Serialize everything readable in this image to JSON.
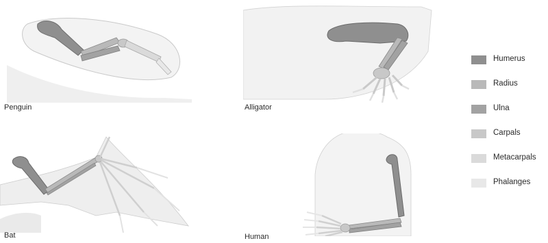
{
  "diagram": {
    "panels": [
      {
        "id": "penguin",
        "label": "Penguin"
      },
      {
        "id": "alligator",
        "label": "Alligator"
      },
      {
        "id": "bat",
        "label": "Bat"
      },
      {
        "id": "human",
        "label": "Human"
      }
    ],
    "legend": [
      {
        "label": "Humerus",
        "color": "#8f8f8f"
      },
      {
        "label": "Radius",
        "color": "#b9b9b9"
      },
      {
        "label": "Ulna",
        "color": "#a2a2a2"
      },
      {
        "label": "Carpals",
        "color": "#c8c8c8"
      },
      {
        "label": "Metacarpals",
        "color": "#dadada"
      },
      {
        "label": "Phalanges",
        "color": "#e8e8e8"
      }
    ]
  }
}
